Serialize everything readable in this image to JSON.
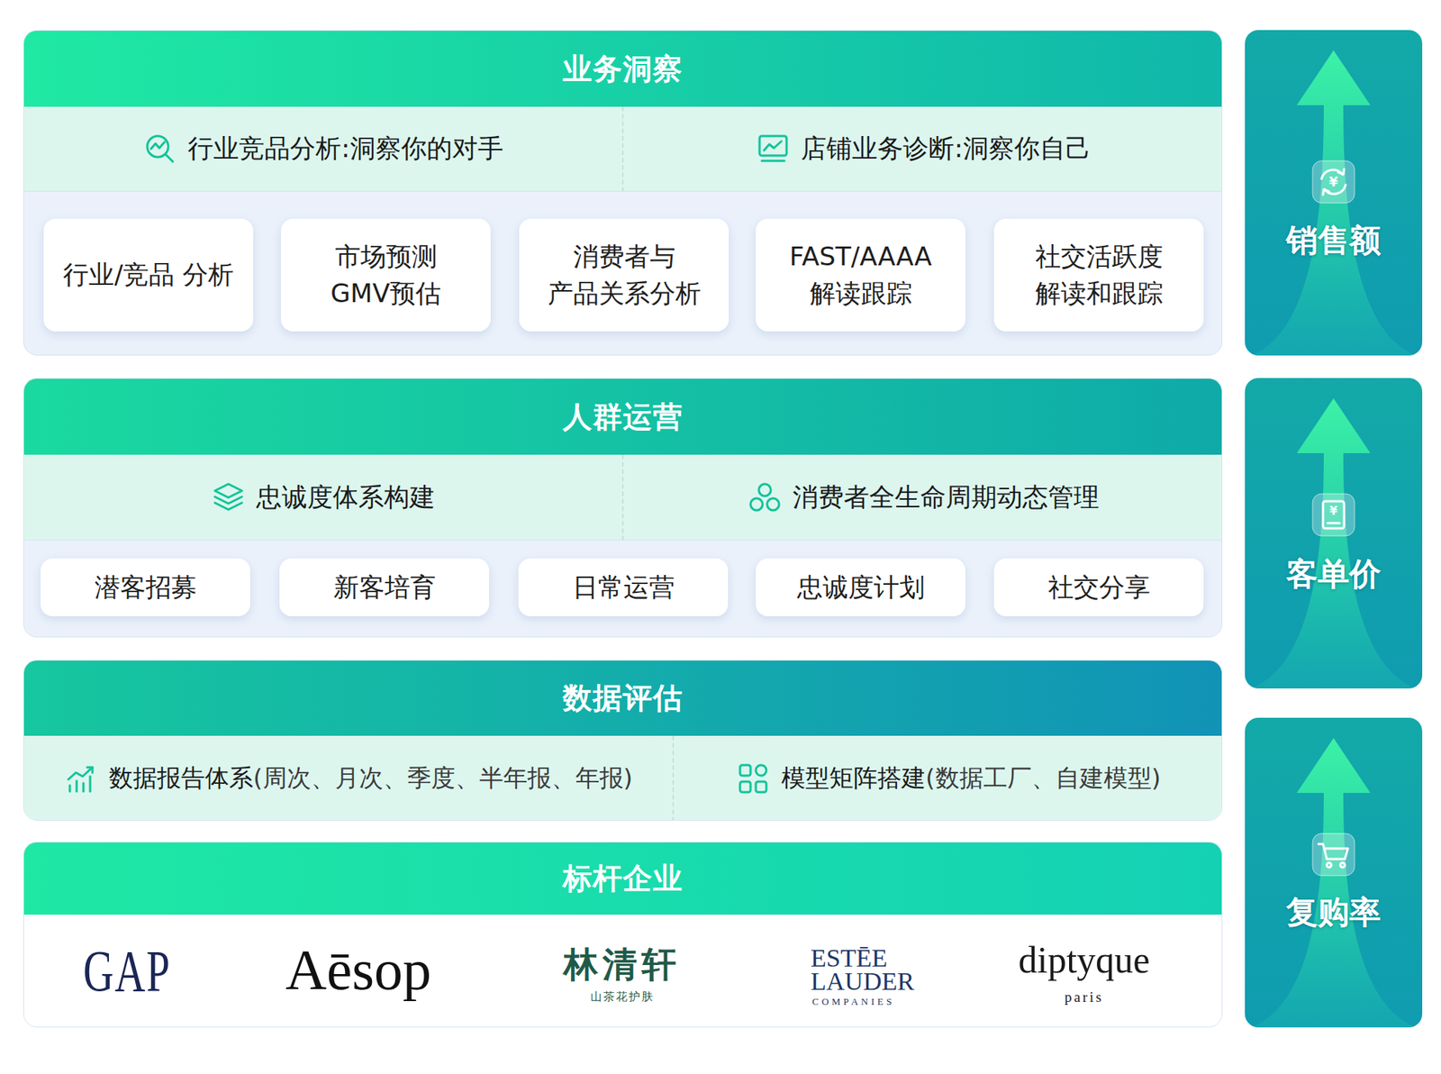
{
  "diagram": {
    "nodes": [
      {
        "text": [
          "业务洞察"
        ]
      },
      {
        "text": [
          "行业竞品分析:洞察你的对手"
        ],
        "in": 0
      },
      {
        "text": [
          "店铺业务诊断:洞察你自己"
        ],
        "in": 0
      },
      {
        "text": [
          "行业/竞品 分析"
        ],
        "in": 0
      },
      {
        "text": [
          "市场预测 GMV预估"
        ],
        "in": 0
      },
      {
        "text": [
          "消费者与 产品关系分析"
        ],
        "in": 0
      },
      {
        "text": [
          "FAST/AAAA 解读跟踪"
        ],
        "in": 0
      },
      {
        "text": [
          "社交活跃度 解读和跟踪"
        ],
        "in": 0
      },
      {
        "text": [
          "人群运营"
        ]
      },
      {
        "text": [
          "忠诚度体系构建"
        ],
        "in": 8
      },
      {
        "text": [
          "消费者全生命周期动态管理"
        ],
        "in": 8
      },
      {
        "text": [
          "潜客招募"
        ],
        "in": 8
      },
      {
        "text": [
          "新客培育"
        ],
        "in": 8
      },
      {
        "text": [
          "日常运营"
        ],
        "in": 8
      },
      {
        "text": [
          "忠诚度计划"
        ],
        "in": 8
      },
      {
        "text": [
          "社交分享"
        ],
        "in": 8
      },
      {
        "text": [
          "数据评估"
        ]
      },
      {
        "text": [
          "数据报告体系",
          "(周次、月次、季度、半年报、年报)"
        ],
        "in": 16
      },
      {
        "text": [
          "模型矩阵搭建",
          "(数据工厂、自建模型)"
        ],
        "in": 16
      },
      {
        "text": [
          "标杆企业"
        ]
      },
      {
        "text": [
          "销售额"
        ]
      },
      {
        "text": [
          "客单价"
        ]
      },
      {
        "text": [
          "复购率"
        ]
      }
    ],
    "labels": [
      "GAP",
      "Aēsop",
      "林清轩",
      "山茶花护肤",
      "ESTĒE",
      "LAUDER",
      "COMPANIES",
      "diptyque",
      "paris",
      "¥",
      "¥"
    ]
  }
}
